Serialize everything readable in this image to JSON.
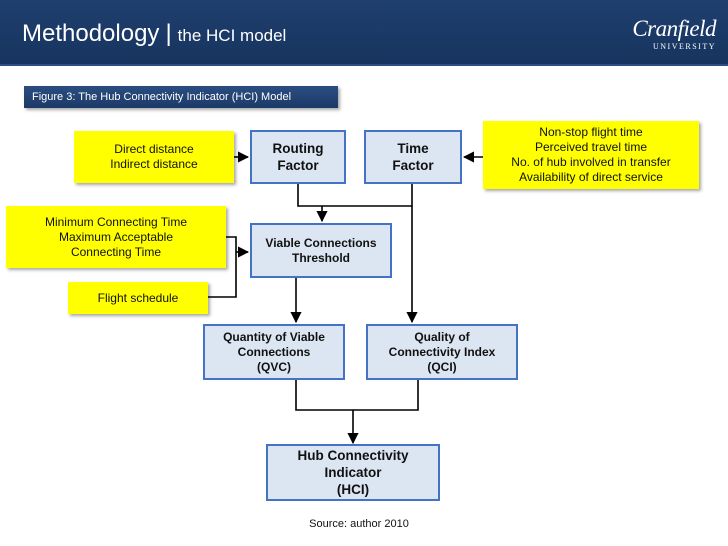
{
  "header": {
    "title": "Methodology",
    "separator": "|",
    "subtitle": "the HCI model",
    "logo_text": "Cranfield",
    "logo_subtext": "UNIVERSITY"
  },
  "figure": {
    "caption": "Figure 3: The Hub Connectivity Indicator (HCI) Model",
    "source": "Source: author 2010"
  },
  "inputs": {
    "distance": [
      "Direct distance",
      "Indirect distance"
    ],
    "time_inputs": [
      "Non-stop flight time",
      "Perceived travel time",
      "No. of hub involved in transfer",
      "Availability of direct service"
    ],
    "connecting_time": [
      "Minimum Connecting Time",
      "Maximum Acceptable",
      "Connecting Time"
    ],
    "schedule": "Flight schedule"
  },
  "factors": {
    "routing": [
      "Routing",
      "Factor"
    ],
    "time": [
      "Time",
      "Factor"
    ]
  },
  "threshold": [
    "Viable Connections",
    "Threshold"
  ],
  "outputs": {
    "qvc": [
      "Quantity of Viable",
      "Connections",
      "(QVC)"
    ],
    "qci": [
      "Quality of",
      "Connectivity Index",
      "(QCI)"
    ]
  },
  "hci": [
    "Hub Connectivity",
    "Indicator",
    "(HCI)"
  ]
}
